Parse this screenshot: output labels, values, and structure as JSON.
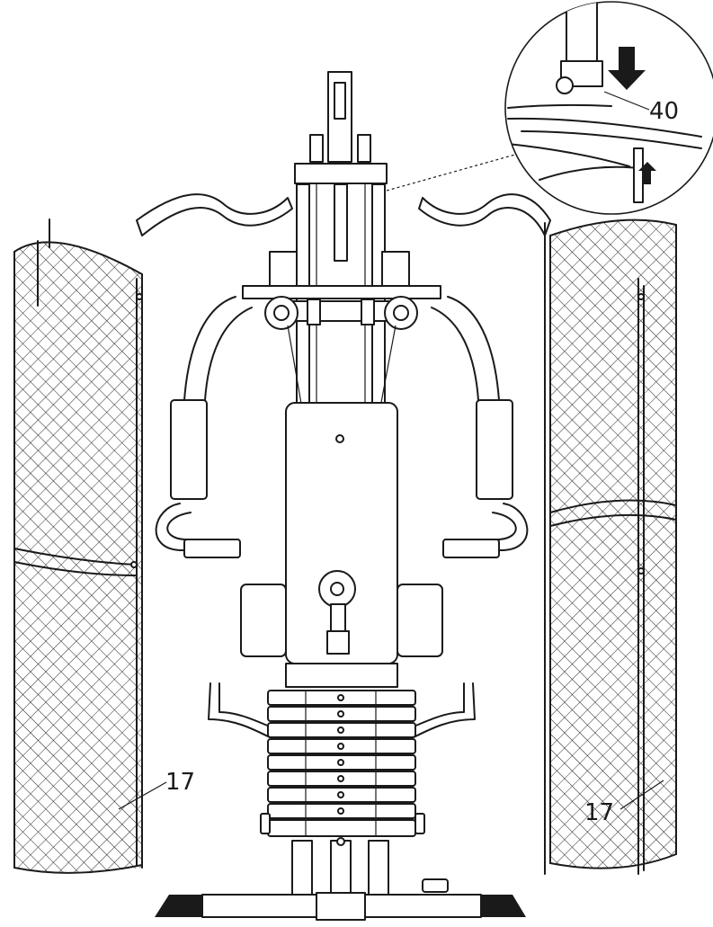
{
  "diagram": {
    "callouts": {
      "left_guard": "17",
      "right_guard": "17",
      "detail_part": "40"
    },
    "colors": {
      "line": "#1a1a1a",
      "background": "#ffffff"
    },
    "icons": [
      "down-arrow-icon",
      "up-arrow-icon"
    ]
  }
}
